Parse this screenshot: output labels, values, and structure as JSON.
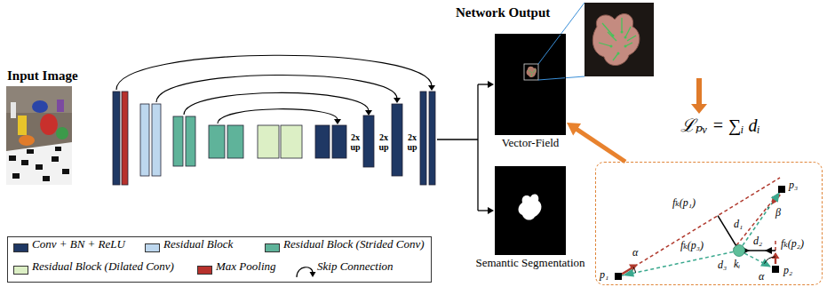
{
  "diagram": {
    "nodes": [
      {
        "text": [
          "Input Image"
        ]
      },
      {
        "text": [
          "Vector-Field"
        ]
      },
      {
        "text": [
          "Semantic Segmentation"
        ]
      },
      {
        "text": [
          "p₃",
          "fₖ(p₁)",
          "d₁",
          "β",
          "d₂",
          "fₖ(p₂)",
          "fₖ(p₃)",
          "α",
          "kᵢ",
          "d₃",
          "p₁",
          "α",
          "p₂"
        ]
      }
    ],
    "edges": [
      {
        "from": 3,
        "to": 1,
        "arrow": "to"
      }
    ],
    "labels": [
      "Network Output",
      "2x up",
      "2x up",
      "2x up",
      "ℒₚᵥ = ∑ᵢ dᵢ"
    ],
    "legend": [
      {
        "text": "Conv + BN + ReLU",
        "color": "#1f3864"
      },
      {
        "text": "Residual Block",
        "color": "#bdd7ee"
      },
      {
        "text": "Residual Block (Strided Conv)",
        "color": "#5fb39a"
      },
      {
        "text": "Residual Block (Dilated Conv)",
        "color": "#dcefc5"
      },
      {
        "text": "Max Pooling",
        "color": "#b7312c"
      },
      {
        "text": "Skip Connection"
      }
    ]
  }
}
